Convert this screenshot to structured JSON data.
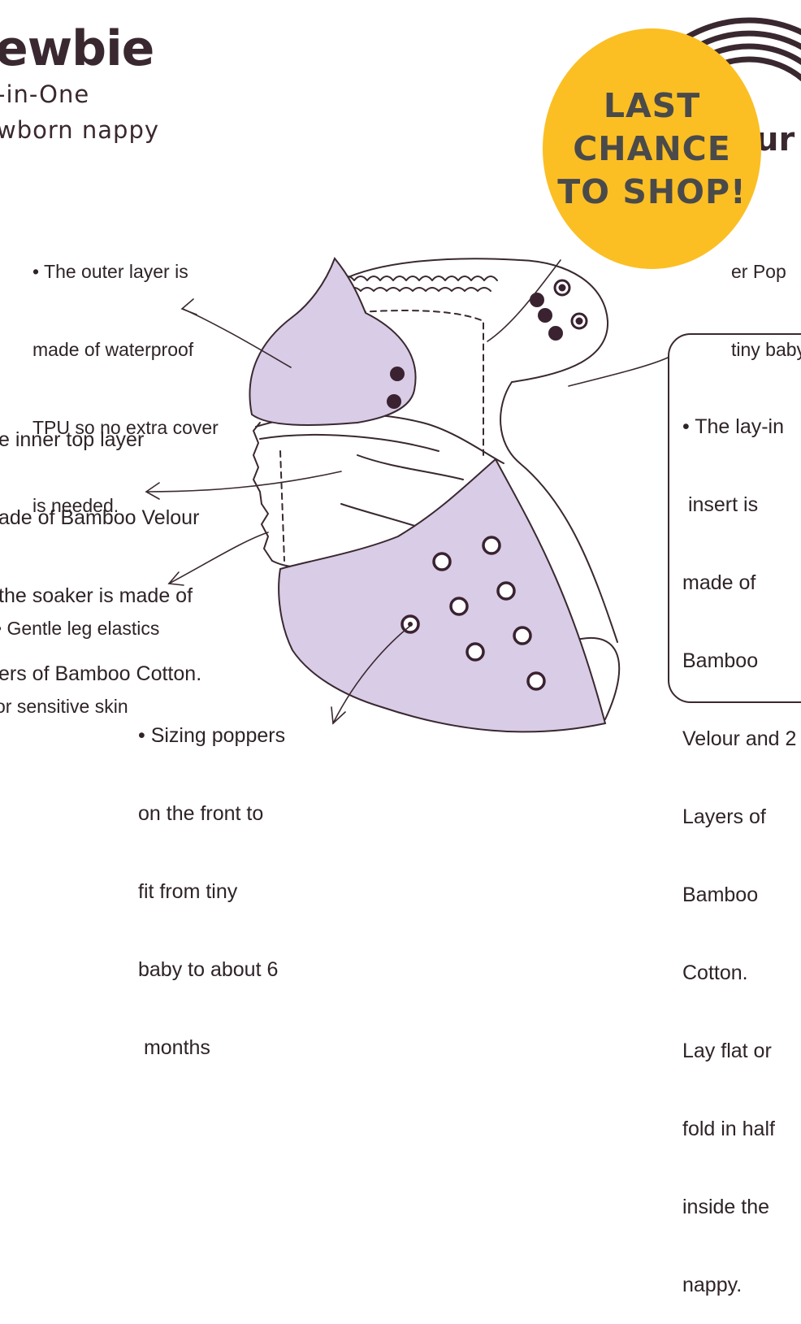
{
  "header": {
    "title": "ewbie",
    "subtitle_line1": "-in-One",
    "subtitle_line2": "wborn nappy"
  },
  "logo": {
    "partial_text": "ur"
  },
  "badge": {
    "line1": "LAST",
    "line2": "CHANCE",
    "line3": "TO SHOP!",
    "color": "#fbbf24"
  },
  "callouts": {
    "outer_layer": [
      "• The outer layer is",
      "made of waterproof",
      "TPU so no extra cover",
      "is needed."
    ],
    "inner_layer": [
      "e inner top layer",
      "ade of Bamboo Velour",
      "the soaker is made of",
      "ers of Bamboo Cotton."
    ],
    "leg_elastics": [
      "• Gentle leg elastics",
      "or sensitive skin"
    ],
    "sizing_poppers": [
      "• Sizing poppers",
      "on the front to",
      "fit from tiny",
      "baby to about 6",
      " months"
    ],
    "waist_poppers": [
      "er Pop",
      "tiny baby"
    ],
    "insert": [
      "• The lay-in",
      " insert is",
      "made of",
      "Bamboo",
      "Velour and 2",
      "Layers of",
      "Bamboo",
      "Cotton.",
      "Lay flat or",
      "fold in half",
      "inside the",
      "nappy."
    ]
  },
  "colors": {
    "lavender": "#d8cce6",
    "outline": "#3a2830",
    "snap": "#3a2230"
  }
}
